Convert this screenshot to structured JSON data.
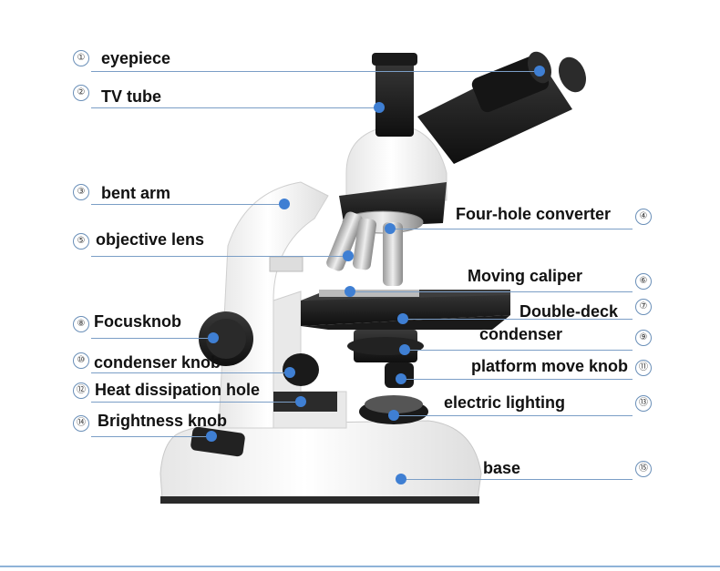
{
  "labels": [
    {
      "id": 1,
      "text": "eyepiece"
    },
    {
      "id": 2,
      "text": "TV tube"
    },
    {
      "id": 3,
      "text": "bent arm"
    },
    {
      "id": 4,
      "text": "Four-hole converter"
    },
    {
      "id": 5,
      "text": "objective lens"
    },
    {
      "id": 6,
      "text": "Moving caliper"
    },
    {
      "id": 7,
      "text": "Double-deck"
    },
    {
      "id": 8,
      "text": "Focusknob"
    },
    {
      "id": 9,
      "text": "condenser"
    },
    {
      "id": 10,
      "text": "condenser knob"
    },
    {
      "id": 11,
      "text": "platform move knob"
    },
    {
      "id": 12,
      "text": "Heat dissipation hole"
    },
    {
      "id": 13,
      "text": "electric lighting"
    },
    {
      "id": 14,
      "text": "Brightness knob"
    },
    {
      "id": 15,
      "text": "base"
    }
  ],
  "markers": [
    "①",
    "②",
    "③",
    "④",
    "⑤",
    "⑥",
    "⑦",
    "⑧",
    "⑨",
    "⑩",
    "⑪",
    "⑫",
    "⑬",
    "⑭",
    "⑮"
  ],
  "colors": {
    "line": "#7b9ec6",
    "dot": "#3f7fd3",
    "body": "#f2f2f2",
    "dark": "#1c1c1c"
  }
}
